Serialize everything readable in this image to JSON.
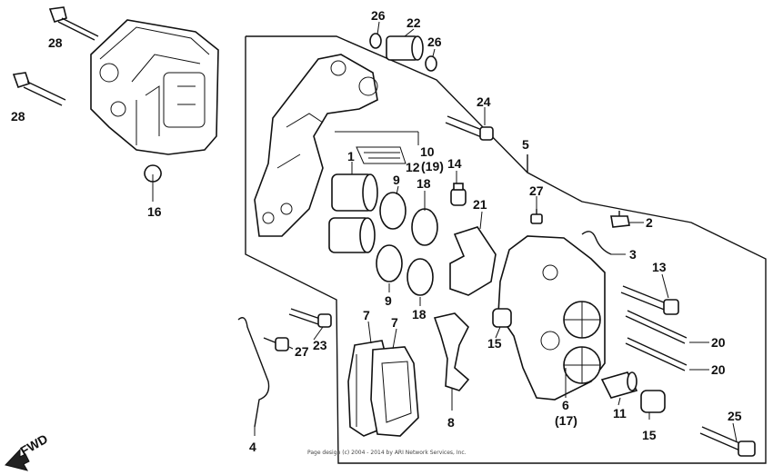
{
  "labels": {
    "l28a": "28",
    "l28b": "28",
    "l16": "16",
    "l26a": "26",
    "l22": "22",
    "l26b": "26",
    "l24": "24",
    "l5": "5",
    "l10": "10",
    "l12": "12",
    "l19": "(19)",
    "l14": "14",
    "l1": "1",
    "l9a": "9",
    "l18a": "18",
    "l21": "21",
    "l27a": "27",
    "l2": "2",
    "l3": "3",
    "l13": "13",
    "l9b": "9",
    "l18b": "18",
    "l7a": "7",
    "l7b": "7",
    "l23": "23",
    "l27b": "27",
    "l15a": "15",
    "l20a": "20",
    "l20b": "20",
    "l6": "6",
    "l17": "(17)",
    "l11": "11",
    "l15b": "15",
    "l8": "8",
    "l25": "25",
    "l4": "4"
  },
  "fwd_label": "FWD",
  "copyright": "Page design (c) 2004 - 2014 by ARI Network Services, Inc."
}
